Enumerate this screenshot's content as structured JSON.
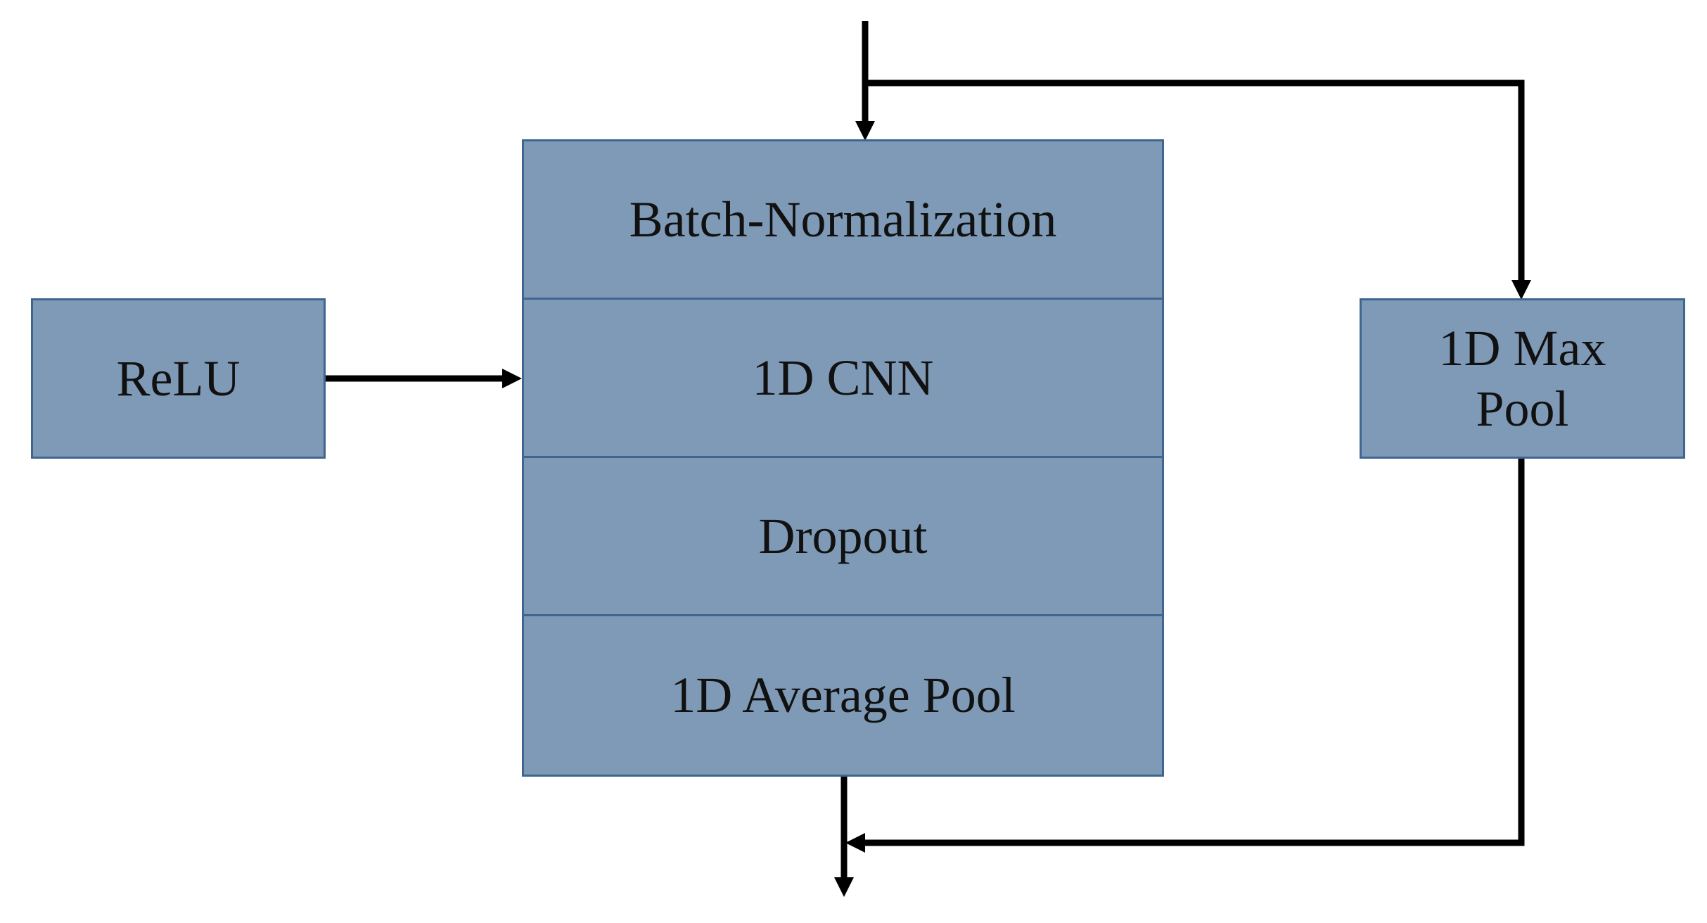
{
  "colors": {
    "block_fill": "#7f9ab6",
    "block_border": "#3f6591",
    "line": "#000000",
    "text": "#111111",
    "background": "#ffffff"
  },
  "blocks": {
    "relu": "ReLU",
    "max_pool_line1": "1D Max",
    "max_pool_line2": "Pool"
  },
  "stack": {
    "layers": [
      "Batch-Normalization",
      "1D CNN",
      "Dropout",
      "1D Average Pool"
    ]
  }
}
